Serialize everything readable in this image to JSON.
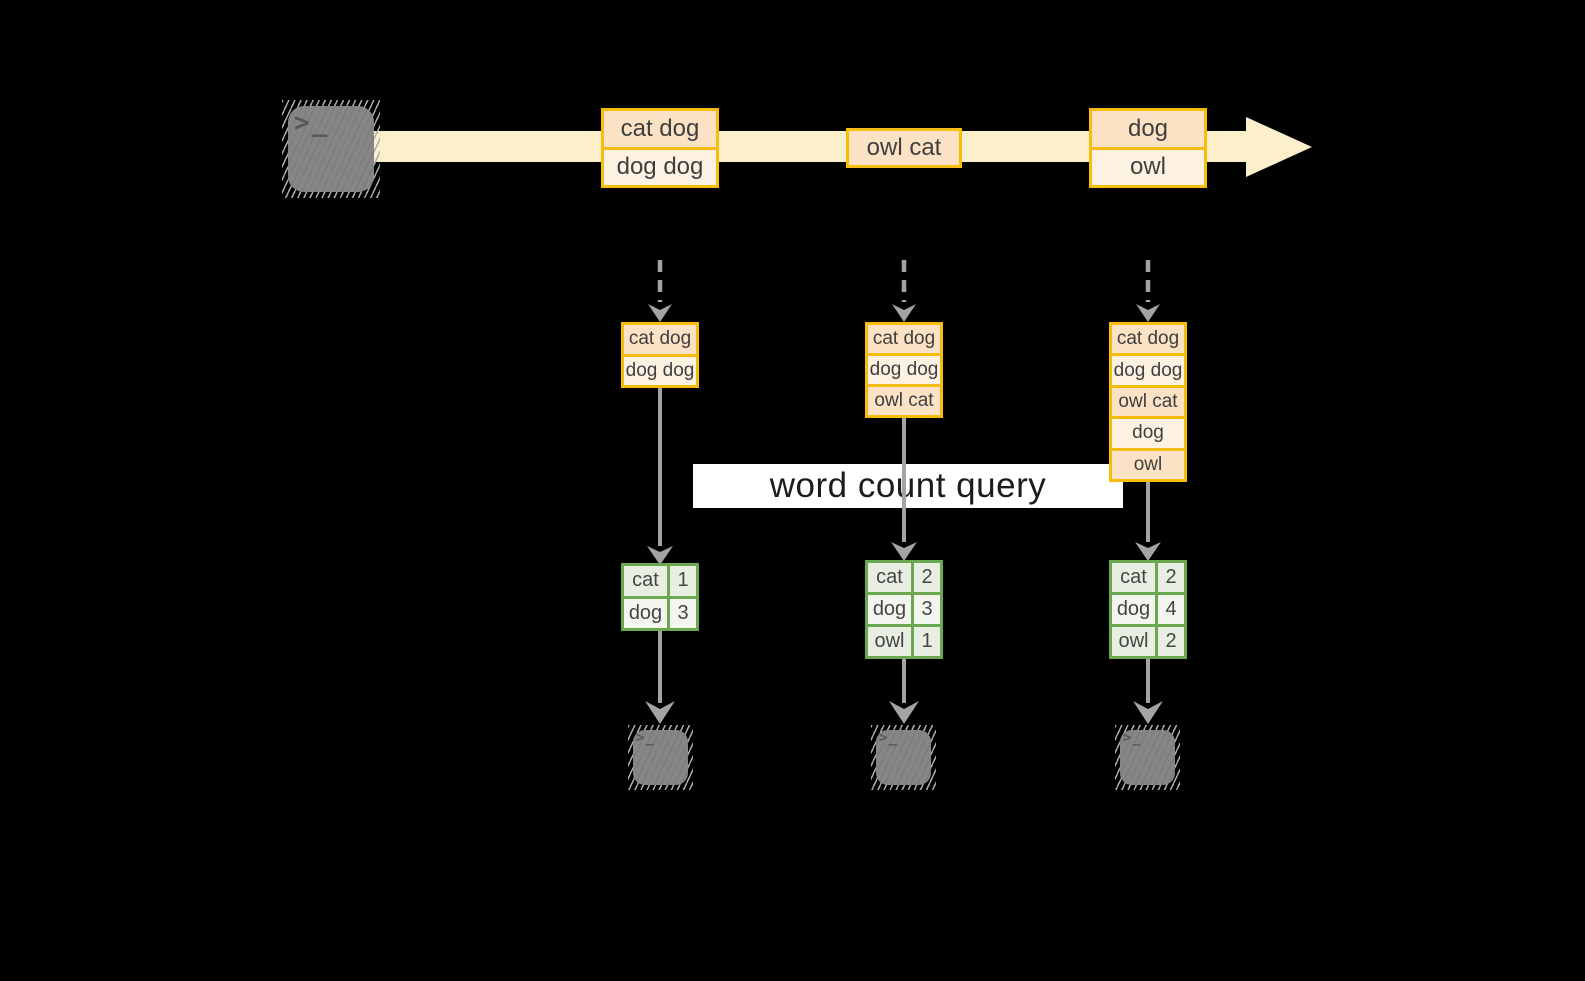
{
  "query": {
    "label": "word count query"
  },
  "icons": {
    "terminal_prompt": ">_"
  },
  "stream": {
    "batches": [
      {
        "messages": [
          "cat dog",
          "dog dog"
        ]
      },
      {
        "messages": [
          "owl cat"
        ]
      },
      {
        "messages": [
          "dog",
          "owl"
        ]
      }
    ]
  },
  "stacks": [
    {
      "messages": [
        "cat dog",
        "dog dog"
      ]
    },
    {
      "messages": [
        "cat dog",
        "dog dog",
        "owl cat"
      ]
    },
    {
      "messages": [
        "cat dog",
        "dog dog",
        "owl cat",
        "dog",
        "owl"
      ]
    }
  ],
  "tables": [
    {
      "rows": [
        {
          "word": "cat",
          "count": "1"
        },
        {
          "word": "dog",
          "count": "3"
        }
      ]
    },
    {
      "rows": [
        {
          "word": "cat",
          "count": "2"
        },
        {
          "word": "dog",
          "count": "3"
        },
        {
          "word": "owl",
          "count": "1"
        }
      ]
    },
    {
      "rows": [
        {
          "word": "cat",
          "count": "2"
        },
        {
          "word": "dog",
          "count": "4"
        },
        {
          "word": "owl",
          "count": "2"
        }
      ]
    }
  ],
  "colors": {
    "accent_orange_border": "#F6BD0D",
    "message_fill_dark": "#FBE2C4",
    "message_fill_light": "#FDF1E2",
    "stream_fill": "#FCF0CB",
    "table_border_green": "#6BA84F",
    "table_fill_dark": "#E8EFE2",
    "table_fill_light": "#F2F6EE",
    "arrow_gray": "#A3A3A3",
    "terminal_gray": "#868686",
    "query_band_bg": "#FFFFFF",
    "background": "#000000"
  }
}
